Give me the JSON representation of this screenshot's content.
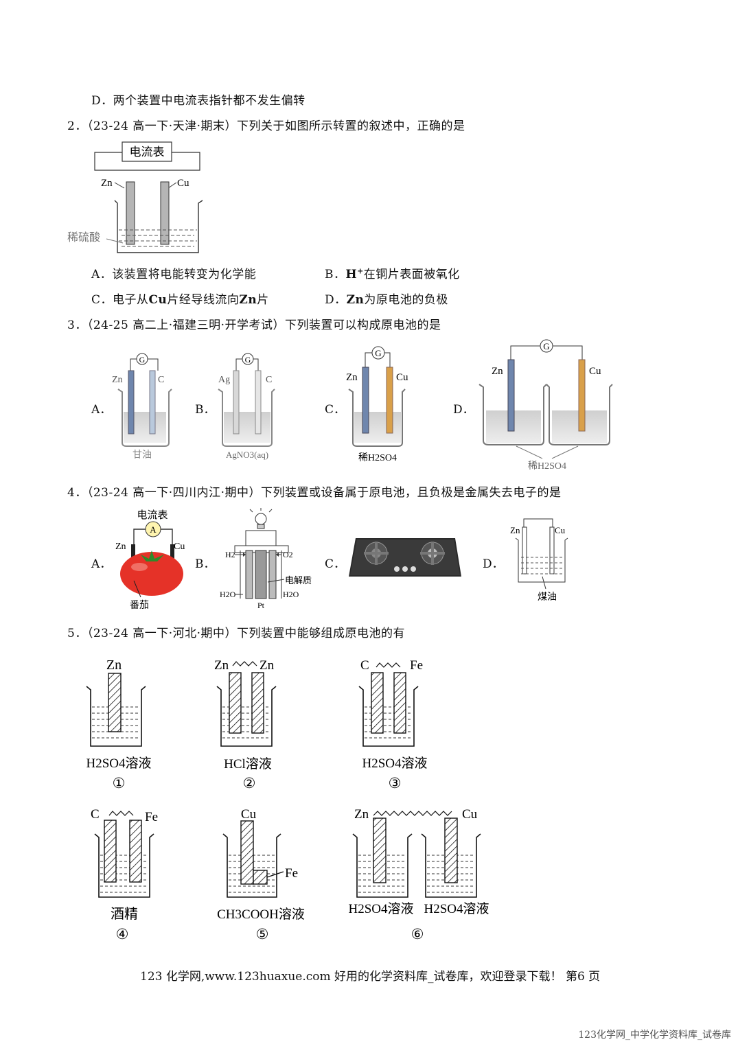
{
  "q1": {
    "optD": "D．两个装置中电流表指针都不发生偏转"
  },
  "q2": {
    "stem": "2．（23-24 高一下·天津·期末）下列关于如图所示转置的叙述中，正确的是",
    "fig": {
      "meter": "电流表",
      "zn": "Zn",
      "cu": "Cu",
      "acid": "稀硫酸"
    },
    "optA": "A．该装置将电能转变为化学能",
    "optB_label": "B．",
    "optB_h": "H",
    "optB_sup": "+",
    "optB_text": "在铜片表面被氧化",
    "optC_pre": "C．电子从",
    "optC_cu": "Cu",
    "optC_mid": "片经导线流向",
    "optC_zn": "Zn",
    "optC_post": "片",
    "optD_pre": "D．",
    "optD_zn": "Zn",
    "optD_post": "为原电池的负极"
  },
  "q3": {
    "stem": "3．（24-25 高二上·福建三明·开学考试）下列装置可以构成原电池的是",
    "labels": [
      "A．",
      "B．",
      "C．",
      "D．"
    ],
    "g": "G",
    "a": {
      "left": "Zn",
      "right": "C",
      "solution": "甘油"
    },
    "b": {
      "left": "Ag",
      "right": "C",
      "solution": "AgNO3(aq)"
    },
    "c": {
      "left": "Zn",
      "right": "Cu",
      "solution": "稀H2SO4"
    },
    "d": {
      "left": "Zn",
      "right": "Cu",
      "solution": "稀H2SO4"
    }
  },
  "q4": {
    "stem": "4．（23-24 高一下·四川内江·期中）下列装置或设备属于原电池，且负极是金属失去电子的是",
    "labels": [
      "A．",
      "B．",
      "C．",
      "D．"
    ],
    "a": {
      "meter": "电流表",
      "a": "A",
      "zn": "Zn",
      "cu": "Cu",
      "fruit": "番茄"
    },
    "b": {
      "h2": "H2",
      "o2": "O2",
      "electrolyte": "电解质",
      "h2o_l": "H2O",
      "h2o_r": "H2O",
      "pt": "Pt"
    },
    "d": {
      "zn": "Zn",
      "cu": "Cu",
      "liquid": "煤油"
    }
  },
  "q5": {
    "stem": "5．（23-24 高一下·河北·期中）下列装置中能够组成原电池的有",
    "d1": {
      "el": "Zn",
      "sol": "H2SO4溶液",
      "num": "①"
    },
    "d2": {
      "l": "Zn",
      "r": "Zn",
      "sol": "HCl溶液",
      "num": "②"
    },
    "d3": {
      "l": "C",
      "r": "Fe",
      "sol": "H2SO4溶液",
      "num": "③"
    },
    "d4": {
      "l": "C",
      "r": "Fe",
      "sol": "酒精",
      "num": "④"
    },
    "d5": {
      "top": "Cu",
      "side": "Fe",
      "sol": "CH3COOH溶液",
      "num": "⑤"
    },
    "d6": {
      "l": "Zn",
      "r": "Cu",
      "sol_l": "H2SO4溶液",
      "sol_r": "H2SO4溶液",
      "num": "⑥"
    }
  },
  "footer": "123 化学网,www.123huaxue.com 好用的化学资料库_试卷库，欢迎登录下载！ 第6 页",
  "watermark": "123化学网_中学化学资料库_试卷库"
}
